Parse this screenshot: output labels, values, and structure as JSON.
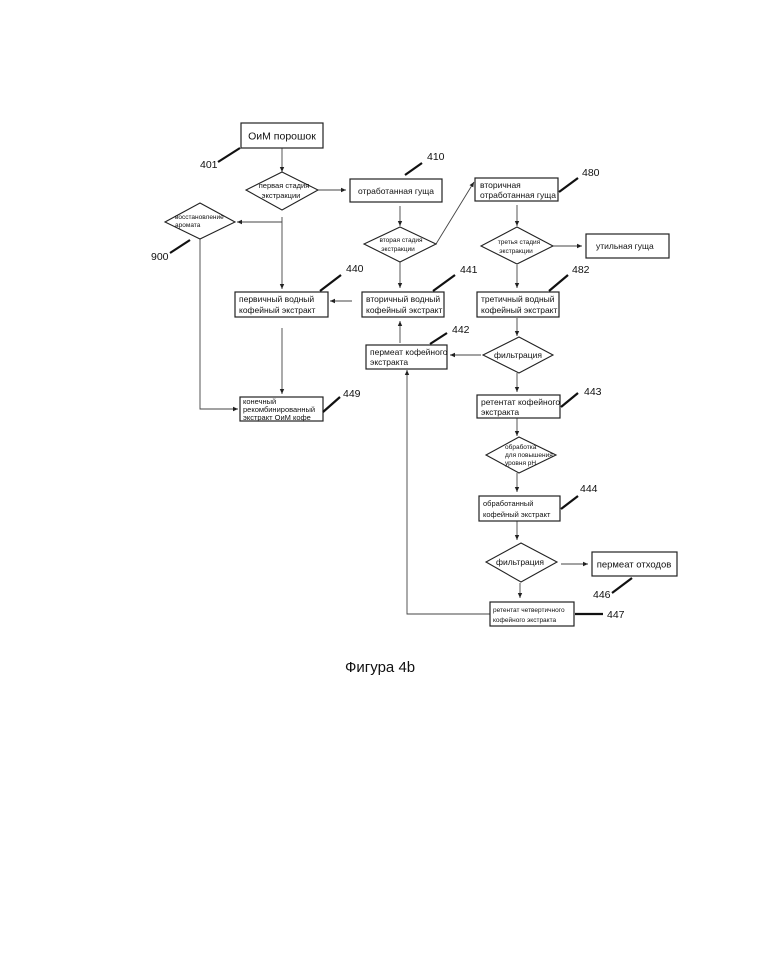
{
  "figure": {
    "caption": "Фигура 4b"
  },
  "nodes": {
    "oim_powder": {
      "lines": [
        "ОиМ порошок"
      ],
      "ref": "401"
    },
    "first_extraction": {
      "lines": [
        "первая стадия",
        "экстракции"
      ]
    },
    "spent_grounds": {
      "lines": [
        "отработанная гуща"
      ],
      "ref": "410"
    },
    "second_extraction": {
      "lines": [
        "вторая стадия",
        "экстракции"
      ]
    },
    "secondary_spent_grounds": {
      "lines": [
        "вторичная",
        "отработанная гуща"
      ],
      "ref": "480"
    },
    "third_extraction": {
      "lines": [
        "третья стадия",
        "экстракции"
      ]
    },
    "waste_grounds": {
      "lines": [
        "утильная гуща"
      ]
    },
    "aroma_recovery": {
      "lines": [
        "восстановление",
        "аромата"
      ],
      "ref": "900"
    },
    "primary_extract": {
      "lines": [
        "первичный водный",
        "кофейный экстракт"
      ],
      "ref": "440"
    },
    "secondary_extract": {
      "lines": [
        "вторичный водный",
        "кофейный экстракт"
      ],
      "ref": "441"
    },
    "tertiary_extract": {
      "lines": [
        "третичный водный",
        "кофейный экстракт"
      ],
      "ref": "482"
    },
    "permeate": {
      "lines": [
        "пермеат кофейного",
        "экстракта"
      ],
      "ref": "442"
    },
    "filtration_1": {
      "lines": [
        "фильтрация"
      ]
    },
    "retentate": {
      "lines": [
        "ретентат кофейного",
        "экстракта"
      ],
      "ref": "443"
    },
    "ph_treatment": {
      "lines": [
        "обработка",
        "для повышения",
        "уровня pH"
      ]
    },
    "treated_extract": {
      "lines": [
        "обработанный",
        "кофейный экстракт"
      ],
      "ref": "444"
    },
    "filtration_2": {
      "lines": [
        "фильтрация"
      ]
    },
    "waste_permeate": {
      "lines": [
        "пермеат отходов"
      ],
      "ref": "446"
    },
    "quaternary_retentate": {
      "lines": [
        "ретентат четвертичного",
        "кофейного экстракта"
      ],
      "ref": "447"
    },
    "final_extract": {
      "lines": [
        "конечный",
        "рекомбинированный",
        "экстракт ОиМ кофе"
      ],
      "ref": "449"
    }
  }
}
